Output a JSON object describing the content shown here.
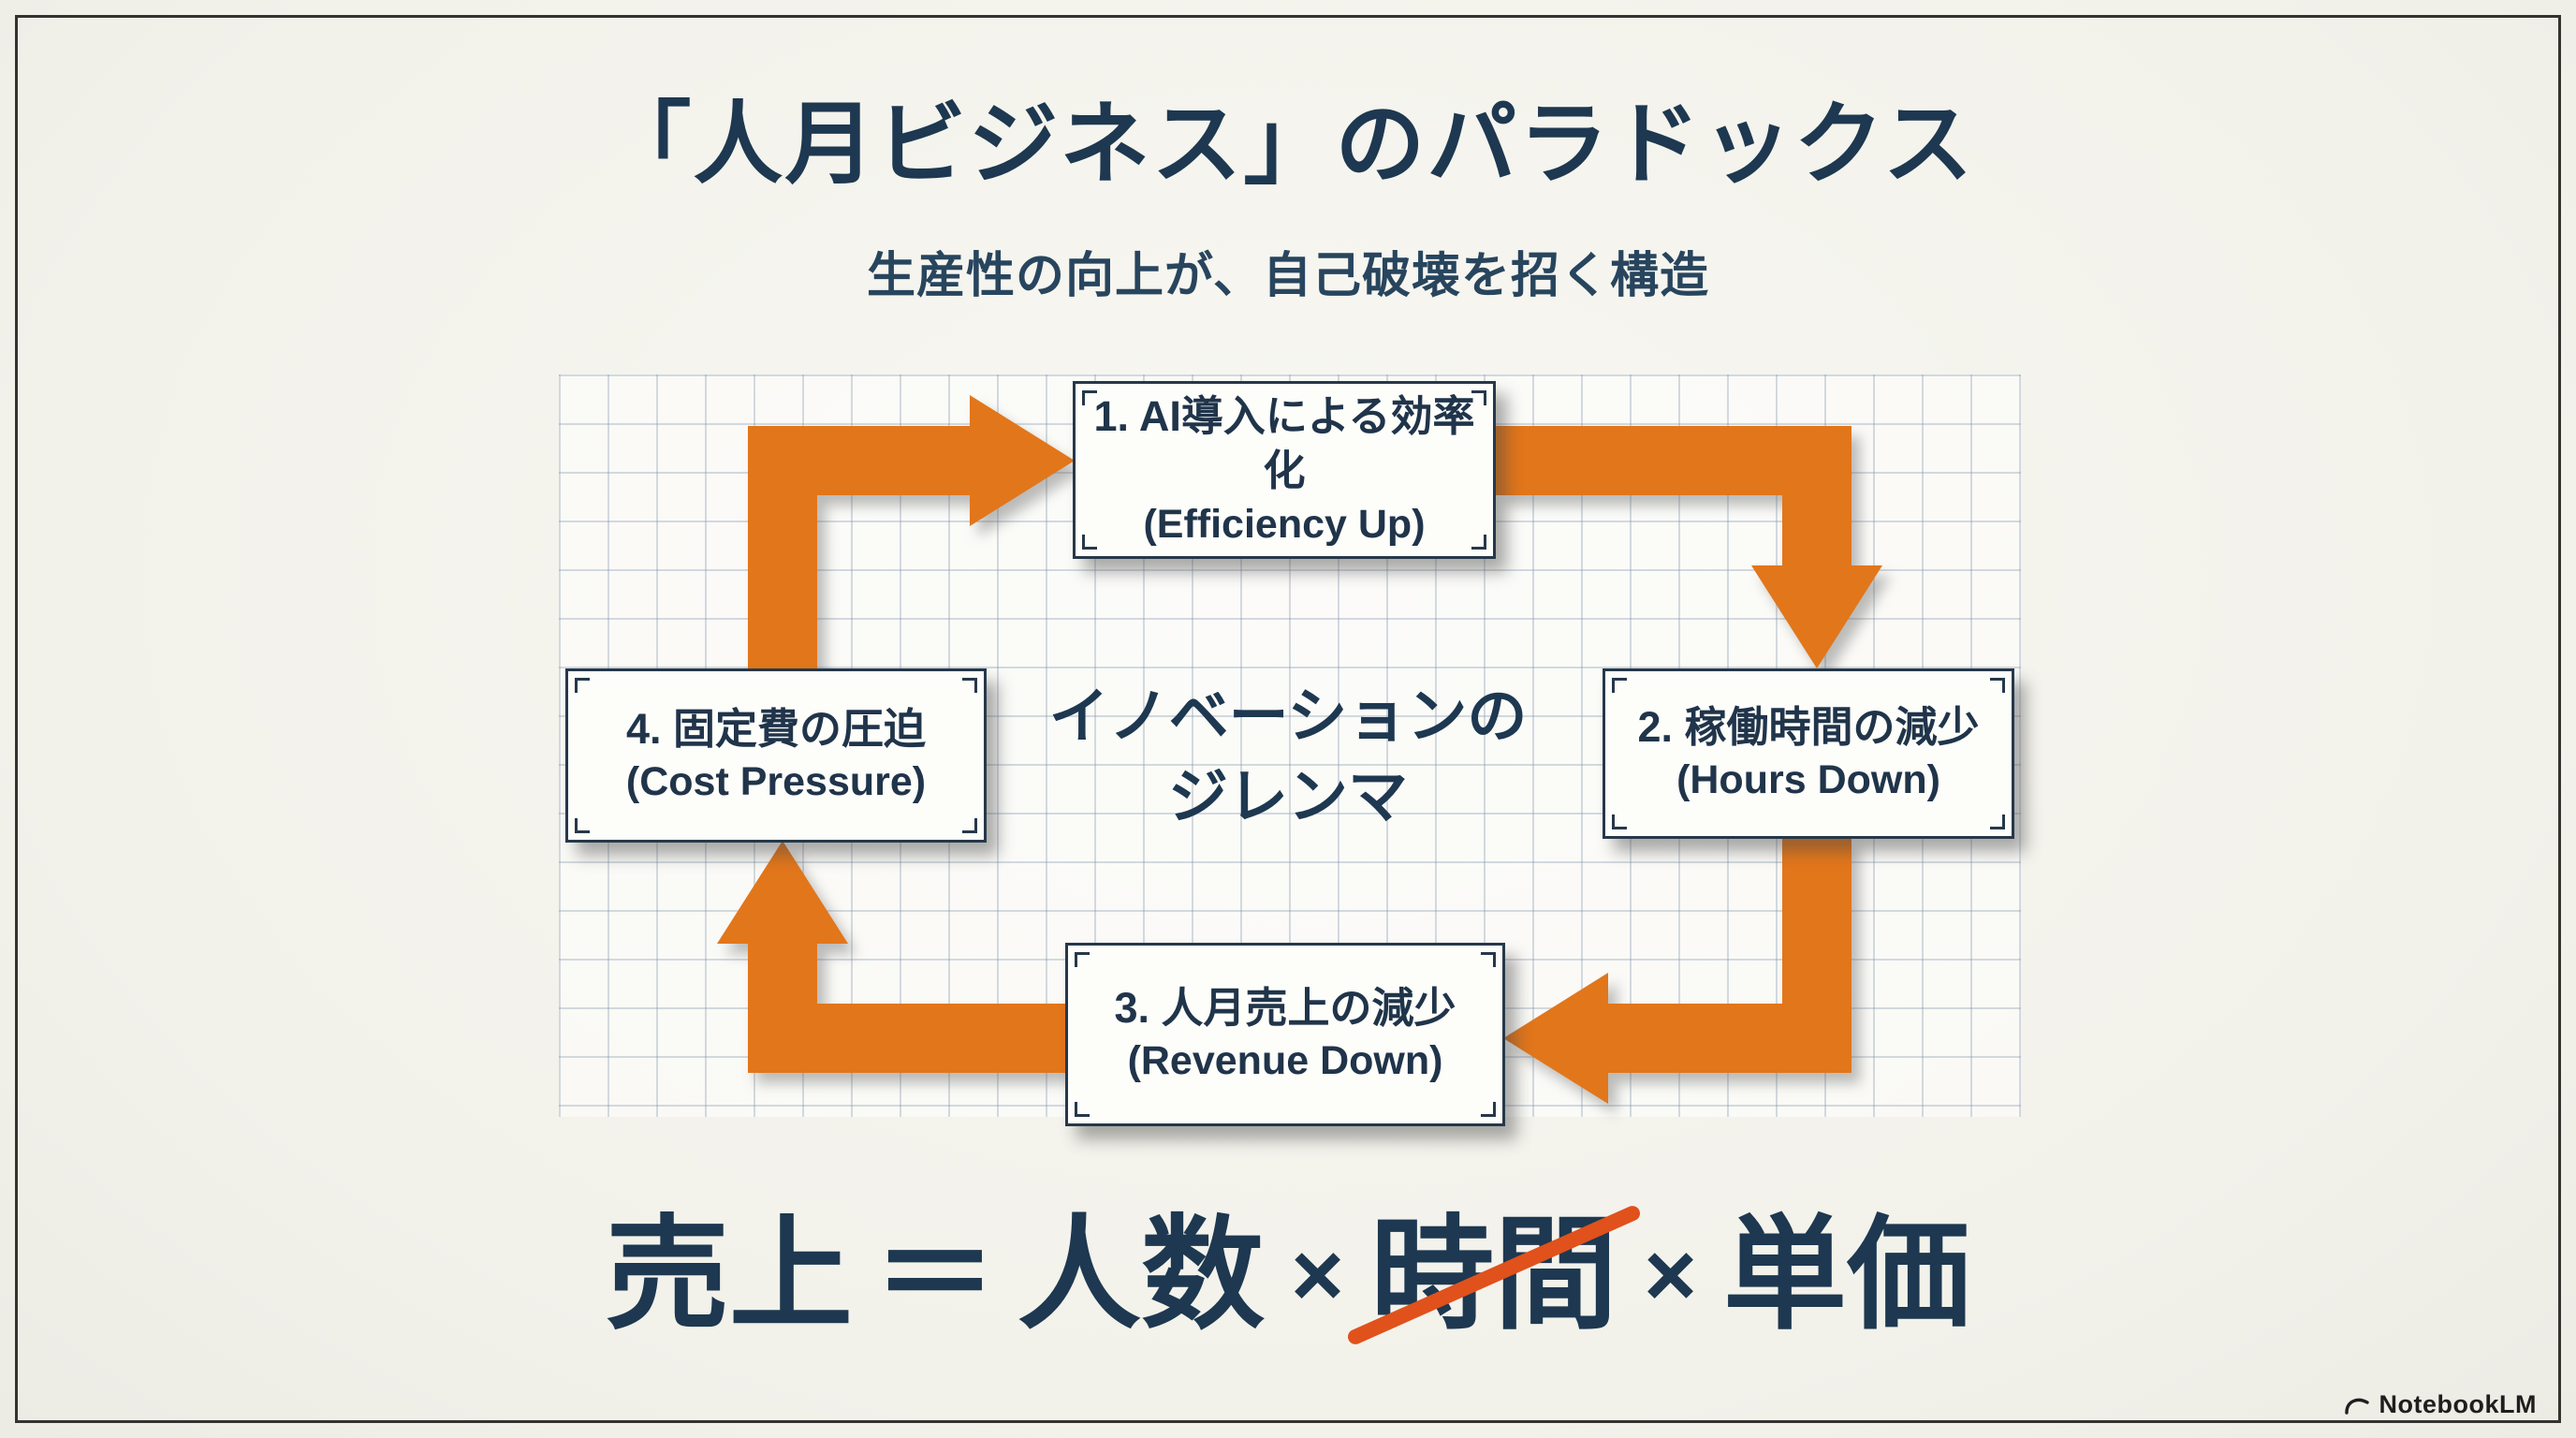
{
  "slide": {
    "title": "「人月ビジネス」のパラドックス",
    "subtitle": "生産性の向上が、自己破壊を招く構造",
    "center_label": {
      "line1": "イノベーションの",
      "line2": "ジレンマ"
    },
    "boxes": [
      {
        "step": "1. AI導入による効率化",
        "en": "(Efficiency Up)"
      },
      {
        "step": "2. 稼働時間の減少",
        "en": "(Hours Down)"
      },
      {
        "step": "3. 人月売上の減少",
        "en": "(Revenue Down)"
      },
      {
        "step": "4. 固定費の圧迫",
        "en": "(Cost Pressure)"
      }
    ],
    "cycle_direction": "clockwise",
    "formula": {
      "revenue": "売上",
      "equals": "＝",
      "people": "人数",
      "times_1": "×",
      "hours": "時間",
      "times_2": "×",
      "unit_price": "単価",
      "struck_out_term": "時間"
    },
    "colors": {
      "arrow_orange": "#E2761B",
      "strike_orange": "#E0511C",
      "ink_navy": "#1D3850",
      "background": "#F4F3EE",
      "box_border": "#26384A"
    },
    "branding": {
      "logo": "NotebookLM",
      "logo_icon": "notebooklm-logo-icon"
    }
  }
}
